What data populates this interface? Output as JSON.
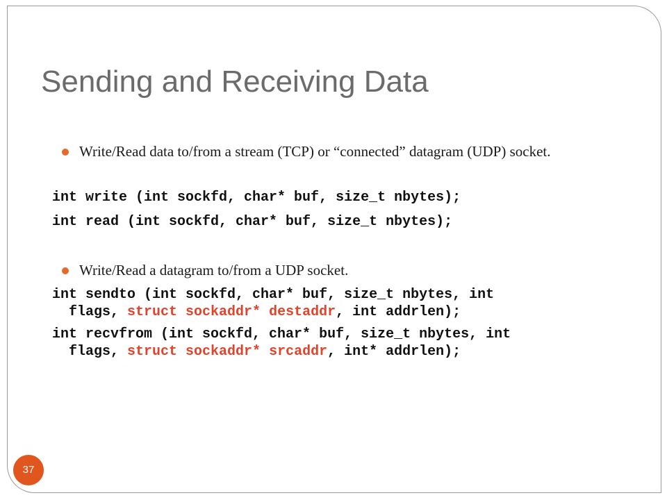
{
  "slide": {
    "title": "Sending and Receiving Data",
    "page_number": "37",
    "accent_color": "#e0561e",
    "highlight_color": "#e4432b"
  },
  "bullets": [
    {
      "text": "Write/Read data to/from a stream (TCP) or “connected” datagram (UDP) socket.",
      "code": [
        [
          "int write (int sockfd, char* buf, size_t nbytes);"
        ],
        [
          "int read (int sockfd, char* buf, size_t nbytes);"
        ]
      ]
    },
    {
      "text": "Write/Read a datagram to/from a UDP socket.",
      "code": [
        [
          "int sendto (int sockfd, char* buf, size_t nbytes, int\n  flags, ",
          "struct sockaddr* destaddr",
          ", int addrlen);"
        ],
        [
          "int recvfrom (int sockfd, char* buf, size_t nbytes, int\n  flags, ",
          "struct sockaddr* srcaddr",
          ", int* addrlen);"
        ]
      ]
    }
  ]
}
